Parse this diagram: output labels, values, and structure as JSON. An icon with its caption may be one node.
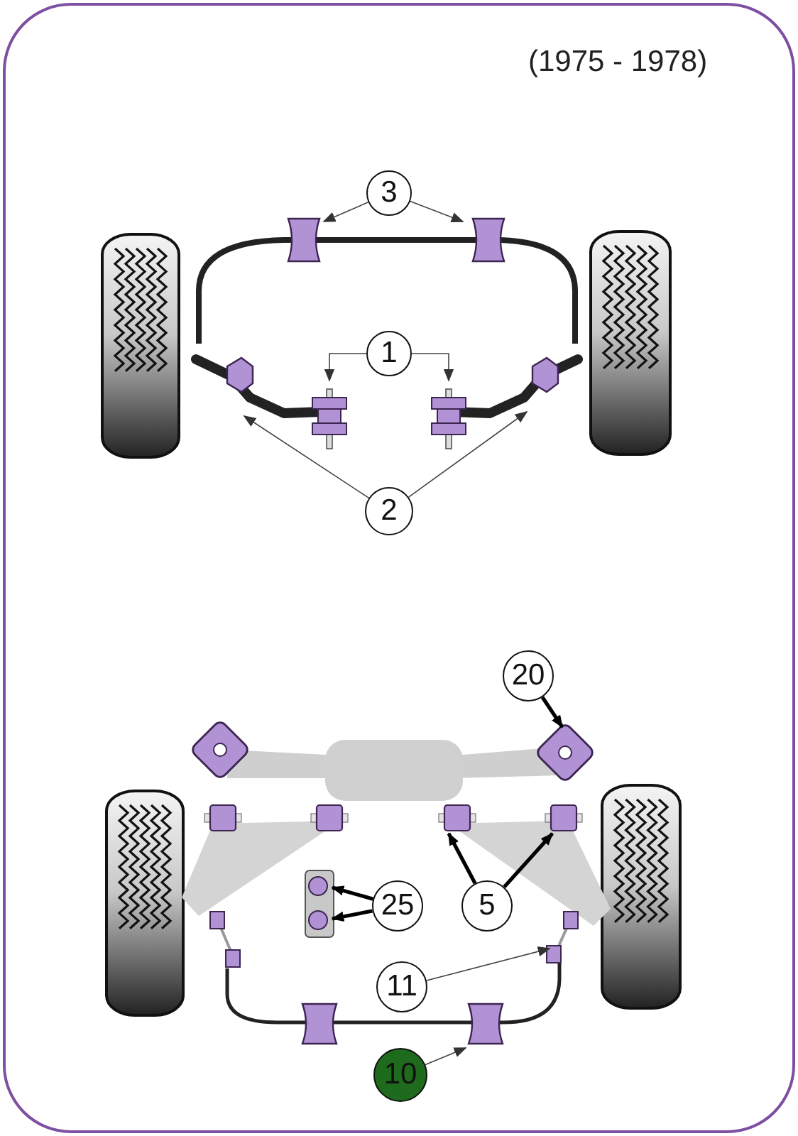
{
  "diagram": {
    "title": "(1975 - 1978)",
    "nodes": [
      {
        "text": [
          "3"
        ]
      },
      {
        "text": [
          "1"
        ]
      },
      {
        "text": [
          "2"
        ]
      },
      {
        "text": [
          "20"
        ]
      },
      {
        "text": [
          "25"
        ]
      },
      {
        "text": [
          "5"
        ]
      },
      {
        "text": [
          "11"
        ]
      },
      {
        "text": [
          "10"
        ]
      }
    ],
    "edges": [
      {
        "from": 0,
        "to": null,
        "arrow": "to"
      },
      {
        "from": 0,
        "to": null,
        "arrow": "to"
      },
      {
        "from": 1,
        "to": null,
        "arrow": "to"
      },
      {
        "from": 1,
        "to": null,
        "arrow": "to"
      },
      {
        "from": 2,
        "to": null,
        "arrow": "to"
      },
      {
        "from": 2,
        "to": null,
        "arrow": "to"
      },
      {
        "from": 3,
        "to": null,
        "arrow": "to",
        "style": "thick"
      },
      {
        "from": 4,
        "to": null,
        "arrow": "to",
        "style": "thick"
      },
      {
        "from": 4,
        "to": null,
        "arrow": "to",
        "style": "thick"
      },
      {
        "from": 5,
        "to": null,
        "arrow": "to",
        "style": "thick"
      },
      {
        "from": 5,
        "to": null,
        "arrow": "to",
        "style": "thick"
      },
      {
        "from": 6,
        "to": null,
        "arrow": "to"
      },
      {
        "from": 7,
        "to": null,
        "arrow": "to"
      }
    ]
  }
}
